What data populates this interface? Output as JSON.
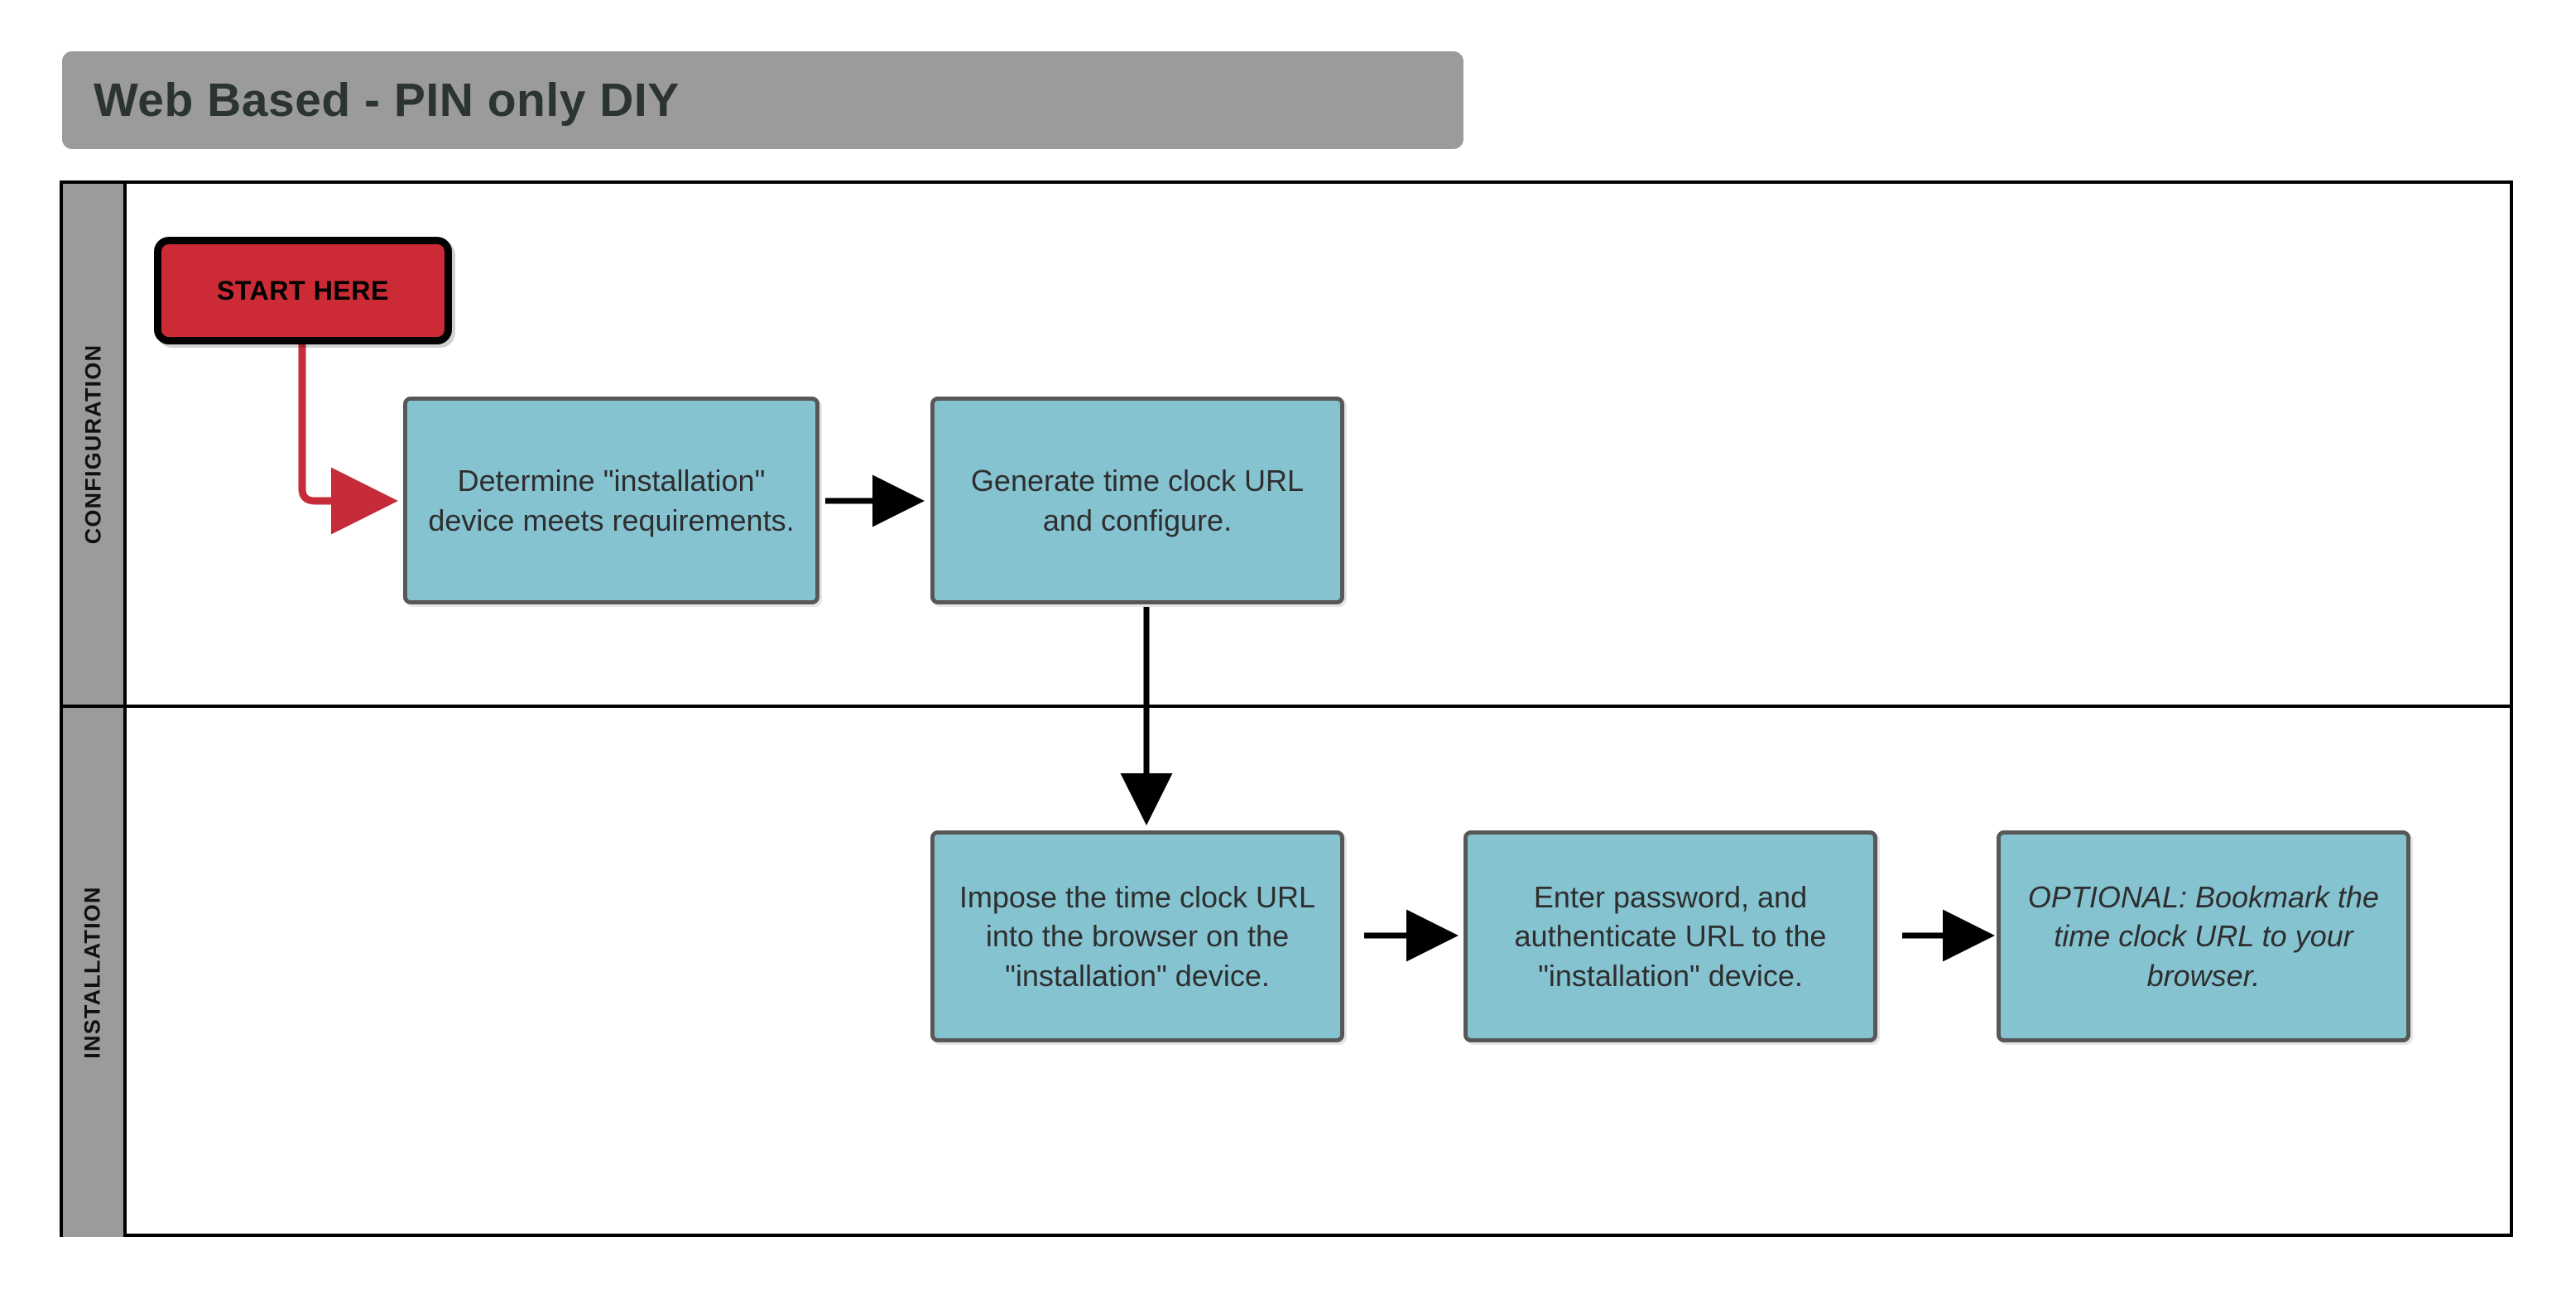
{
  "title": {
    "text": "Web Based - PIN only DIY"
  },
  "colors": {
    "title_bar": "#9B9B9B",
    "lane_header": "#9B9B9B",
    "process_fill": "#85C3D1",
    "process_border": "#575757",
    "start_fill": "#CC2B35",
    "start_border": "#000000",
    "arrow_black": "#000000",
    "arrow_red": "#C62B38",
    "frame": "#000000"
  },
  "lanes": [
    {
      "id": "configuration",
      "label": "CONFIGURATION"
    },
    {
      "id": "installation",
      "label": "INSTALLATION"
    }
  ],
  "nodes": [
    {
      "id": "start-here",
      "label": "START HERE",
      "lane": "configuration",
      "shape": "rounded-rect",
      "style": "start"
    },
    {
      "id": "determine-device",
      "label": "Determine \"installation\" device meets requirements.",
      "lane": "configuration",
      "shape": "rounded-rect",
      "style": "process"
    },
    {
      "id": "generate-url",
      "label": "Generate time clock URL and configure.",
      "lane": "configuration",
      "shape": "rounded-rect",
      "style": "process"
    },
    {
      "id": "impose-url",
      "label": "Impose the time clock URL into the browser on the \"installation\" device.",
      "lane": "installation",
      "shape": "rounded-rect",
      "style": "process"
    },
    {
      "id": "enter-password",
      "label": "Enter password, and authenticate URL to the \"installation\" device.",
      "lane": "installation",
      "shape": "rounded-rect",
      "style": "process"
    },
    {
      "id": "bookmark-url",
      "label": "OPTIONAL: Bookmark the time clock URL to your browser.",
      "lane": "installation",
      "shape": "rounded-rect",
      "style": "process-italic"
    }
  ],
  "edges": [
    {
      "id": "edge-start-to-determine",
      "from": "start-here",
      "to": "determine-device",
      "color": "#C62B38",
      "routing": "elbow-down-right"
    },
    {
      "id": "edge-determine-to-generate",
      "from": "determine-device",
      "to": "generate-url",
      "color": "#000000",
      "routing": "straight-right"
    },
    {
      "id": "edge-generate-to-impose",
      "from": "generate-url",
      "to": "impose-url",
      "color": "#000000",
      "routing": "straight-down"
    },
    {
      "id": "edge-impose-to-enter",
      "from": "impose-url",
      "to": "enter-password",
      "color": "#000000",
      "routing": "straight-right"
    },
    {
      "id": "edge-enter-to-bookmark",
      "from": "enter-password",
      "to": "bookmark-url",
      "color": "#000000",
      "routing": "straight-right"
    }
  ]
}
